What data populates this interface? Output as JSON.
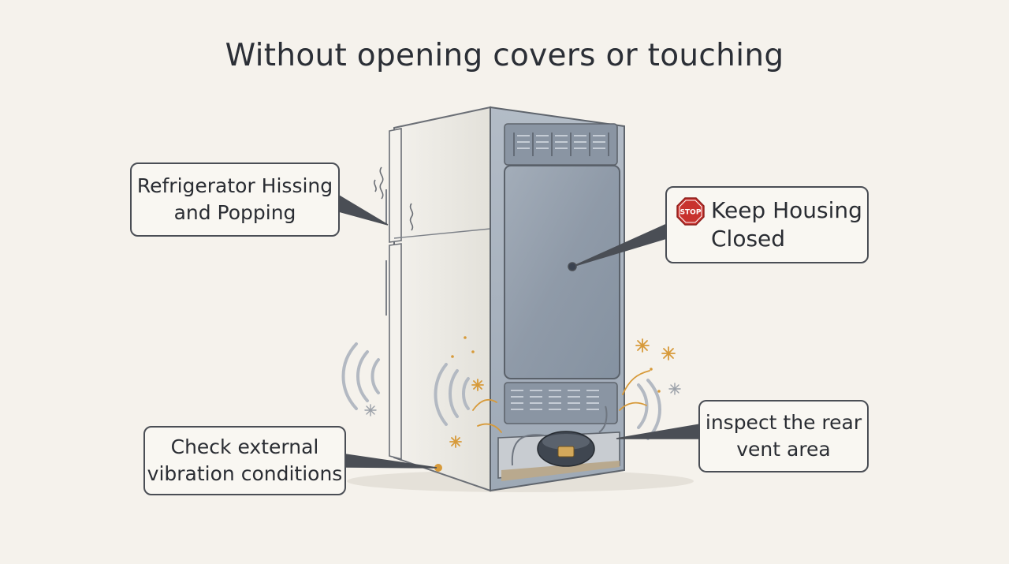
{
  "title": "Without opening covers or touching",
  "callouts": {
    "hissing": {
      "line1": "Refrigerator Hissing",
      "line2": "and Popping"
    },
    "housing": {
      "line1": "Keep Housing",
      "line2": "Closed",
      "badge": "STOP"
    },
    "vibration": {
      "line1": "Check external",
      "line2": "vibration conditions"
    },
    "vent": {
      "line1": "inspect the rear",
      "line2": "vent area"
    }
  },
  "icons": [
    "stop-sign-icon",
    "sound-wave-icon",
    "sparkle-icon",
    "compressor-icon"
  ],
  "colors": {
    "background": "#f5f2ec",
    "fridge_side": "#eceae4",
    "fridge_back": "#a9b3bf",
    "panel": "#8d99a7",
    "accent_sparkle": "#d79a3a",
    "stop_red": "#c8322e"
  }
}
